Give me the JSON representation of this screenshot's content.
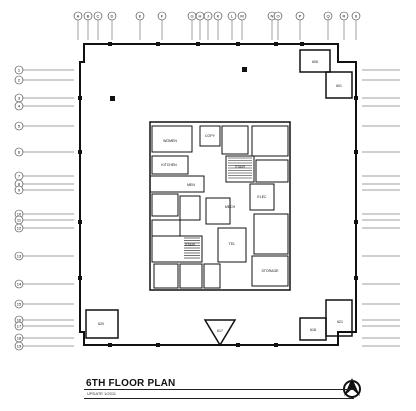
{
  "plan": {
    "title": "6TH FLOOR PLAN",
    "update": "UPDATE 1/2011"
  },
  "grid_columns": [
    "A",
    "B",
    "C",
    "D",
    "E",
    "F",
    "G",
    "H",
    "J",
    "K",
    "L",
    "M",
    "N",
    "O",
    "P",
    "Q",
    "R",
    "S"
  ],
  "grid_rows": [
    "1",
    "2",
    "3",
    "4",
    "5",
    "6",
    "7",
    "8",
    "9",
    "10",
    "11",
    "12",
    "13",
    "14",
    "15",
    "16",
    "17",
    "18",
    "19"
  ],
  "rooms": [
    {
      "id": "room-601",
      "label": "601"
    },
    {
      "id": "room-606",
      "label": "606"
    },
    {
      "id": "room-617",
      "label": "617"
    },
    {
      "id": "room-618",
      "label": "618"
    },
    {
      "id": "room-620",
      "label": "620"
    },
    {
      "id": "room-621",
      "label": "621"
    },
    {
      "id": "room-women",
      "label": "WOMEN"
    },
    {
      "id": "room-men",
      "label": "MEN"
    },
    {
      "id": "room-kitchen",
      "label": "KITCHEN"
    },
    {
      "id": "room-mech",
      "label": "MECH"
    },
    {
      "id": "room-elec",
      "label": "ELEC"
    },
    {
      "id": "room-tel",
      "label": "TEL"
    },
    {
      "id": "room-copy",
      "label": "COPY"
    },
    {
      "id": "room-storage",
      "label": "STORAGE"
    },
    {
      "id": "room-stair-1",
      "label": "STAIR"
    },
    {
      "id": "room-stair-2",
      "label": "STAIR"
    }
  ],
  "colors": {
    "line": "#111111",
    "grid": "#555555",
    "fill": "#ffffff"
  }
}
